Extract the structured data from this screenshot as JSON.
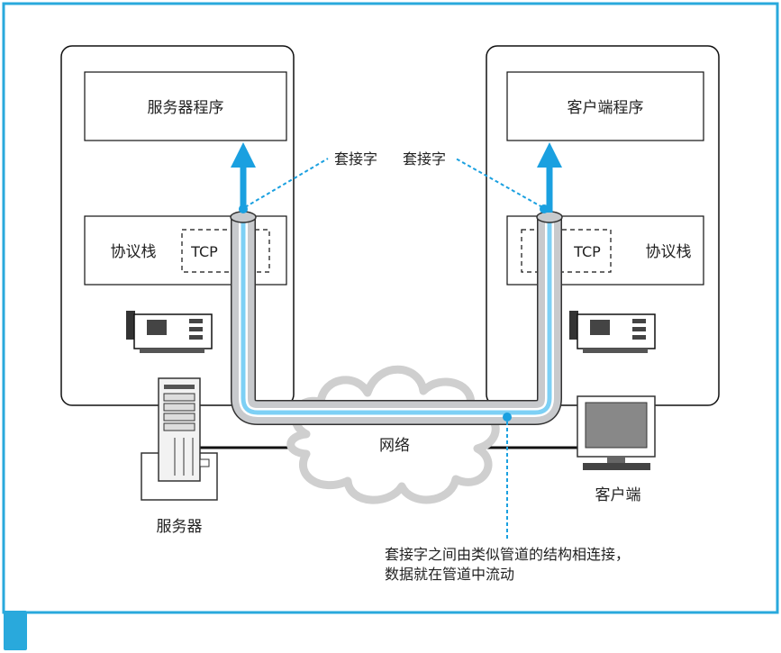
{
  "server_program": "服务器程序",
  "client_program": "客户端程序",
  "server_stack": "协议栈",
  "client_stack": "协议栈",
  "server_tcp": "TCP",
  "client_tcp": "TCP",
  "socket_left": "套接字",
  "socket_right": "套接字",
  "network": "网络",
  "server": "服务器",
  "client": "客户端",
  "note": [
    "套接字之间由类似管道的结构相连接，",
    "数据就在管道中流动"
  ],
  "colors": {
    "frame": "#29a9dc",
    "accent": "#1aa0e0",
    "pipe_fill": "#c8cacd",
    "pipe_inner": "#7dd0f5",
    "cloud": "#cfcfcf",
    "text": "#222222"
  }
}
